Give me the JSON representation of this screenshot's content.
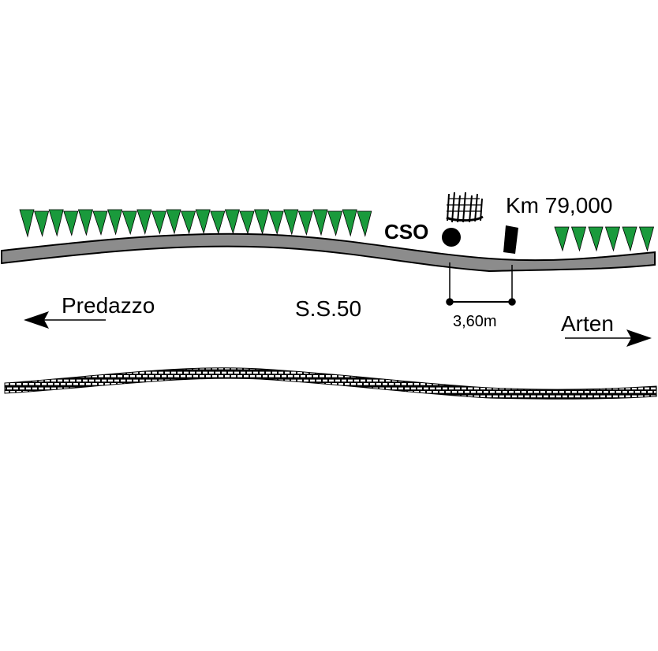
{
  "labels": {
    "km_marker": "Km 79,000",
    "cso": "CSO",
    "distance": "3,60m",
    "left_direction": "Predazzo",
    "road_name": "S.S.50",
    "right_direction": "Arten"
  },
  "colors": {
    "road_fill": "#8c8c8c",
    "grass": "#1a9a3c",
    "ink": "#000000"
  },
  "icons": {
    "cso_marker": "filled-circle-icon",
    "km_post": "km-post-icon",
    "shrub": "shrub-icon",
    "grass": "grass-tuft-icon",
    "left_arrow": "arrow-left-icon",
    "right_arrow": "arrow-right-icon"
  }
}
